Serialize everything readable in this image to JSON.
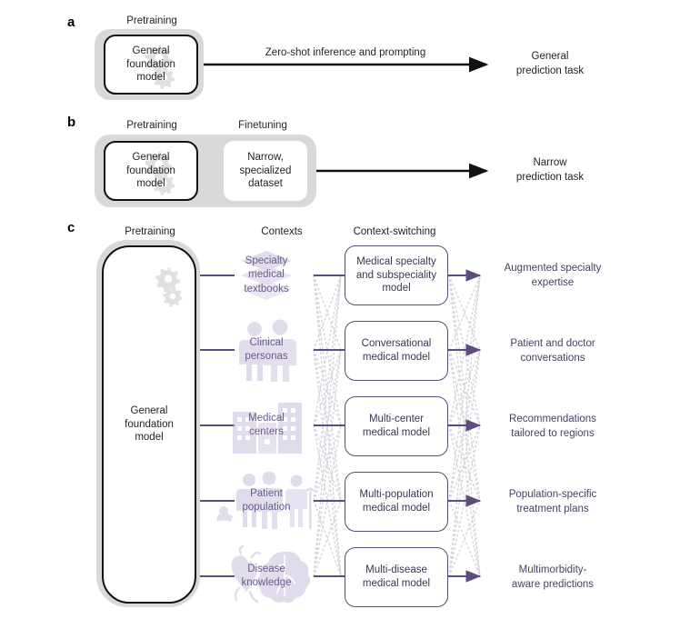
{
  "figure": {
    "panels": [
      {
        "letter": "a",
        "headings": [
          "Pretraining"
        ],
        "boxes": [
          {
            "name": "general-foundation-model",
            "text": "General\nfoundation\nmodel",
            "icon": "gears-icon"
          }
        ],
        "arrow_label": "Zero-shot inference and prompting",
        "output": "General\nprediction task"
      },
      {
        "letter": "b",
        "headings": [
          "Pretraining",
          "Finetuning"
        ],
        "boxes": [
          {
            "name": "general-foundation-model",
            "text": "General\nfoundation\nmodel",
            "icon": "gears-icon"
          },
          {
            "name": "narrow-specialized-dataset",
            "text": "Narrow,\nspecialized\ndataset",
            "icon": "none"
          }
        ],
        "arrow_label": "",
        "output": "Narrow\nprediction task"
      },
      {
        "letter": "c",
        "headings": [
          "Pretraining",
          "Contexts",
          "Context-switching"
        ],
        "foundation_model": {
          "name": "general-foundation-model",
          "text": "General\nfoundation\nmodel",
          "icon": "gears-icon"
        },
        "rows": [
          {
            "context": "Specialty\nmedical\ntextbooks",
            "context_icon": "books-stack-icon",
            "model": "Medical specialty\nand subspeciality\nmodel",
            "output": "Augmented specialty\nexpertise"
          },
          {
            "context": "Clinical\npersonas",
            "context_icon": "two-people-icon",
            "model": "Conversational\nmedical model",
            "output": "Patient and doctor\nconversations"
          },
          {
            "context": "Medical\ncenters",
            "context_icon": "hospital-buildings-icon",
            "model": "Multi-center\nmedical model",
            "output": "Recommendations\ntailored to regions"
          },
          {
            "context": "Patient\npopulation",
            "context_icon": "population-group-icon",
            "model": "Multi-population\nmedical model",
            "output": "Population-specific\ntreatment plans"
          },
          {
            "context": "Disease\nknowledge",
            "context_icon": "heart-brain-icon",
            "model": "Multi-disease\nmedical model",
            "output": "Multimorbidity-\naware predictions"
          }
        ]
      }
    ]
  },
  "colors": {
    "purple_stroke": "#5a4a78",
    "purple_text": "#6b5b8c",
    "purple_arrow": "#5d4d7e",
    "dotted_gray": "#d8d6dd",
    "dark_stroke": "#111111",
    "shadow_gray": "#d9d9d9",
    "text": "#231f20"
  }
}
